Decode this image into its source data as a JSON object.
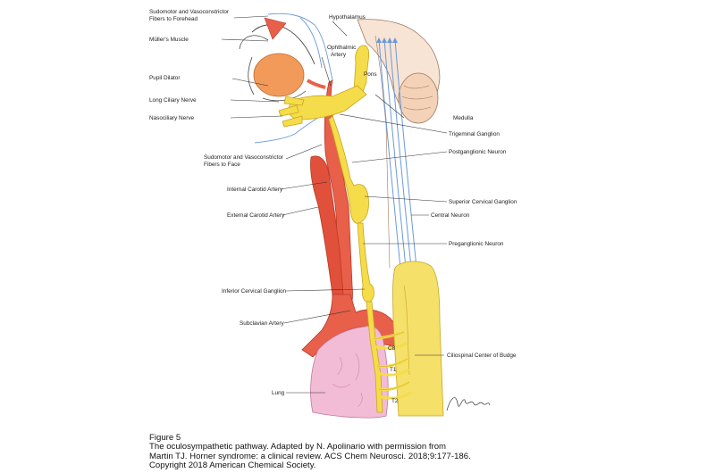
{
  "labels": {
    "sudomotor_forehead_1": "Sudomotor and Vasoconstrictor",
    "sudomotor_forehead_2": "Fibers to Forehead",
    "hypothalamus": "Hypothalamus",
    "mullers_muscle": "Müller's Muscle",
    "ophthalmic_artery_1": "Ophthalmic",
    "ophthalmic_artery_2": "Artery",
    "pons": "Pons",
    "pupil_dilator": "Pupil Dilator",
    "long_ciliary_nerve": "Long Ciliary Nerve",
    "nasociliary_nerve": "Nasociliary Nerve",
    "medulla": "Medulla",
    "trigeminal_ganglion": "Trigeminal Ganglion",
    "sudomotor_face_1": "Sudomotor and Vasoconstrictor",
    "sudomotor_face_2": "Fibers to Face",
    "postganglionic_neuron": "Postganglionic Neuron",
    "internal_carotid_artery": "Internal Carotid Artery",
    "superior_cervical_ganglion": "Superior Cervical Ganglion",
    "external_carotid_artery": "External Carotid Artery",
    "central_neuron": "Central Neuron",
    "preganglionic_neuron": "Preganglionic Neuron",
    "inferior_cervical_ganglion": "Inferior Cervical Ganglion",
    "subclavian_artery": "Subclavian Artery",
    "c8": "C8",
    "ciliospinal_center": "Ciliospinal Center of Budge",
    "t1": "T1",
    "t2": "T2",
    "lung": "Lung"
  },
  "caption": {
    "line1": "Figure 5",
    "line2": "The oculosympathetic pathway. Adapted by N. Apolinario with permission from",
    "line3": "Martin TJ. Horner syndrome: a clinical review. ACS Chem Neurosci. 2018;9:177-186.",
    "line4": "Copyright 2018 American Chemical Society."
  },
  "colors": {
    "nerve_yellow": "#f5dc4a",
    "nerve_stroke": "#c9a620",
    "artery_red": "#e8604a",
    "artery_dark": "#b83a2a",
    "lung_pink": "#f2bcd6",
    "eye_orange": "#f29a5a",
    "central_blue": "#6a9ad8",
    "brainstem_tan": "#f4d2b8"
  }
}
